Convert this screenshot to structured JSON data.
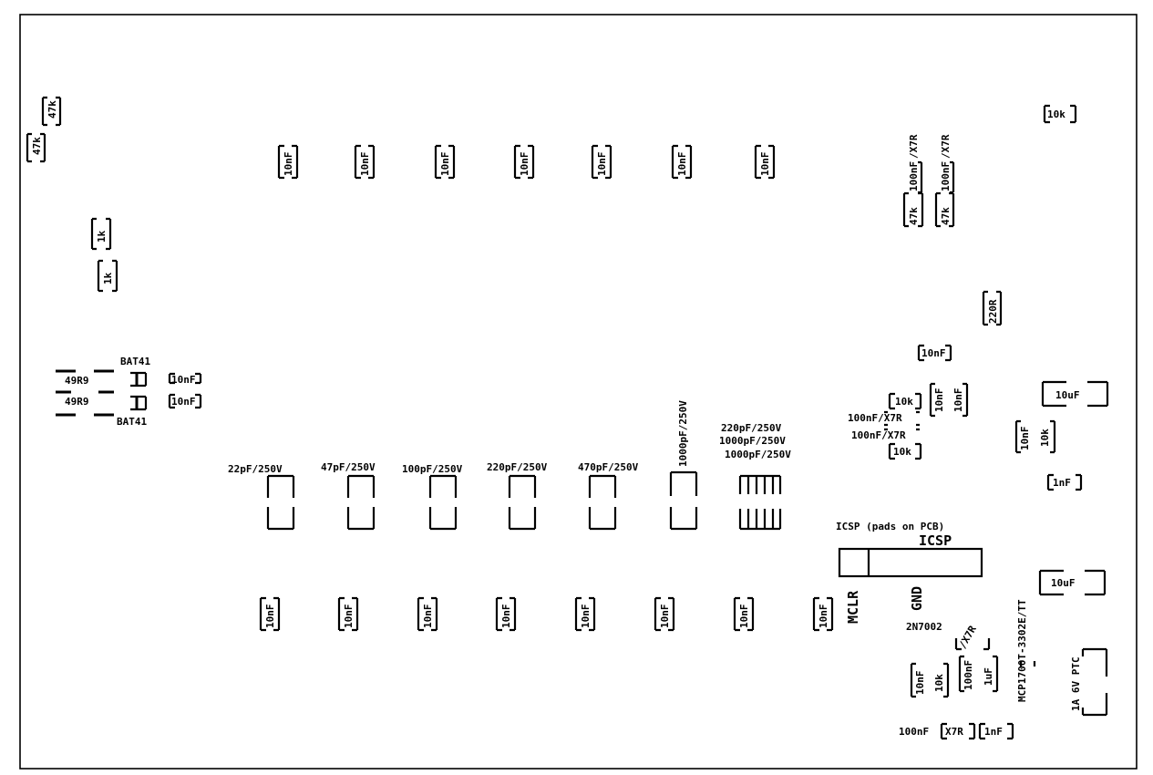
{
  "board": {
    "resistors": {
      "r47k": "47k",
      "r1k": "1k",
      "r10k": "10k",
      "r220r": "220R",
      "r49r9": "49R9"
    },
    "capacitors": {
      "c10nF": "10nF",
      "c1nF": "1nF",
      "c1uF": "1uF",
      "c10uF": "10uF",
      "c100nF": "100nF",
      "x7r": "/X7R",
      "c100nF_x7r": "100nF/X7R",
      "c22pF": "22pF/250V",
      "c47pF": "47pF/250V",
      "c100pF": "100pF/250V",
      "c220pF": "220pF/250V",
      "c470pF": "470pF/250V",
      "c1000pF": "1000pF/250V",
      "x7r_short": "X7R"
    },
    "semis": {
      "diode": "BAT41",
      "mosfet": "2N7002",
      "regulator": "MCP1700T-3302E/TT",
      "fuse": "1A 6V PTC"
    },
    "connector": {
      "title": "ICSP",
      "note": "ICSP (pads on PCB)",
      "pin_mclr": "MCLR",
      "pin_gnd": "GND"
    }
  }
}
